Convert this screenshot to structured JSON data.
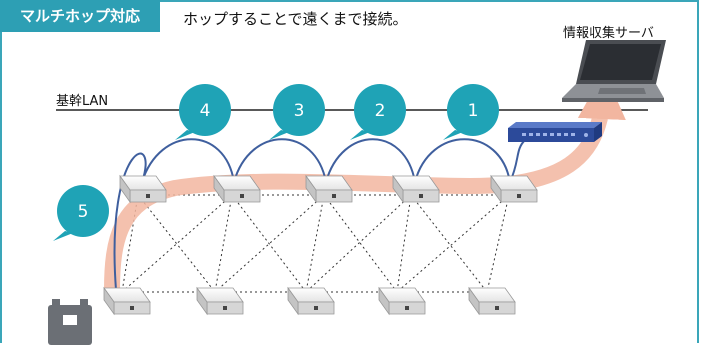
{
  "header": {
    "badge": "マルチホップ対応",
    "subtitle": "ホップすることで遠くまで接続。"
  },
  "labels": {
    "server": "情報収集サーバ",
    "lan": "基幹LAN"
  },
  "hops": [
    "1",
    "2",
    "3",
    "4",
    "5"
  ],
  "colors": {
    "accent": "#2d9fb4",
    "bubble": "#1fa3b6",
    "path": "#f2b6a0",
    "arc": "#3f5f9e"
  }
}
